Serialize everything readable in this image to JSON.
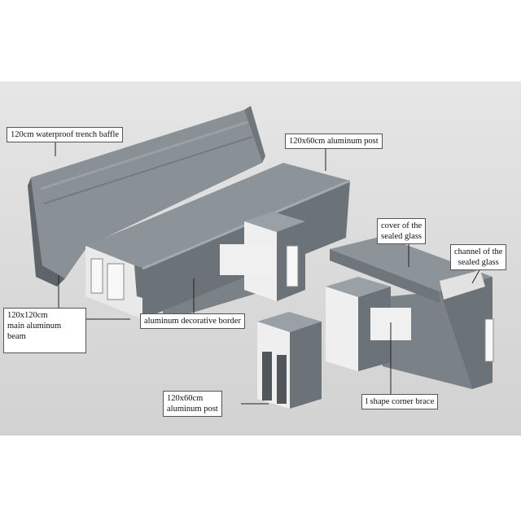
{
  "labels": {
    "trench_baffle": "120cm waterproof trench baffle",
    "post_top": "120x60cm aluminum post",
    "cover_line1": "cover of the",
    "cover_line2": "sealed glass",
    "channel_line1": "channel of the",
    "channel_line2": "sealed glass",
    "beam_line1": "120x120cm",
    "beam_line2": "main aluminum",
    "beam_line3": "beam",
    "decorative_border": "aluminum decorative border",
    "post_bottom_line1": "120x60cm",
    "post_bottom_line2": "aluminum post",
    "corner_brace": "l shape corner brace"
  },
  "colors": {
    "background": "#dadada",
    "aluminum_top": "#8a9196",
    "aluminum_side": "#6c7378",
    "aluminum_dark": "#50565b",
    "insert": "#f2f2f2"
  }
}
